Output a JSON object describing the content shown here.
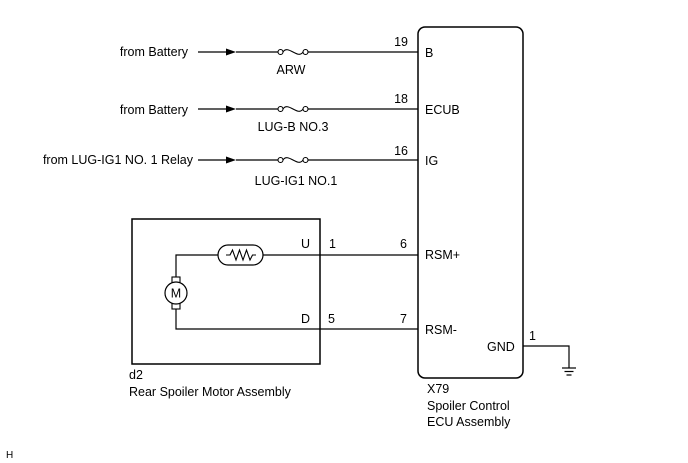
{
  "inputs": [
    {
      "source": "from Battery",
      "fuse": "ARW",
      "pin": "19",
      "terminal": "B"
    },
    {
      "source": "from Battery",
      "fuse": "LUG-B NO.3",
      "pin": "18",
      "terminal": "ECUB"
    },
    {
      "source": "from LUG-IG1 NO. 1 Relay",
      "fuse": "LUG-IG1 NO.1",
      "pin": "16",
      "terminal": "IG"
    }
  ],
  "motor_assembly": {
    "connector": "d2",
    "name": "Rear Spoiler Motor Assembly",
    "motor_symbol": "M",
    "terminals": [
      {
        "label": "U",
        "pin": "1",
        "ecu_pin": "6",
        "ecu_terminal": "RSM+"
      },
      {
        "label": "D",
        "pin": "5",
        "ecu_pin": "7",
        "ecu_terminal": "RSM-"
      }
    ]
  },
  "ecu": {
    "connector": "X79",
    "name_line1": "Spoiler Control",
    "name_line2": "ECU Assembly",
    "ground_terminal": "GND",
    "ground_pin": "1"
  },
  "footer_code": "H"
}
